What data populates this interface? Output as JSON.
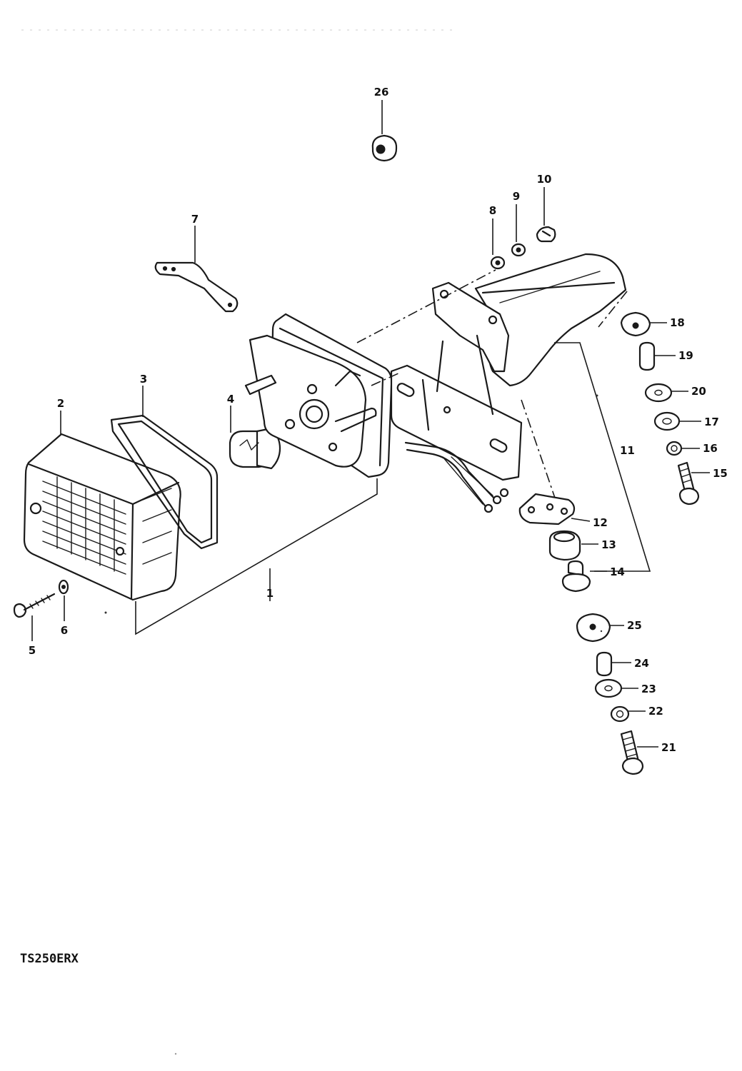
{
  "diagram": {
    "model_code": "TS250ERX",
    "callouts": {
      "p1": "1",
      "p2": "2",
      "p3": "3",
      "p4": "4",
      "p5": "5",
      "p6": "6",
      "p7": "7",
      "p8": "8",
      "p9": "9",
      "p10": "10",
      "p11": "11",
      "p12": "12",
      "p13": "13",
      "p14": "14",
      "p15": "15",
      "p16": "16",
      "p17": "17",
      "p18": "18",
      "p19": "19",
      "p20": "20",
      "p21": "21",
      "p22": "22",
      "p23": "23",
      "p24": "24",
      "p25": "25",
      "p26": "26"
    }
  }
}
